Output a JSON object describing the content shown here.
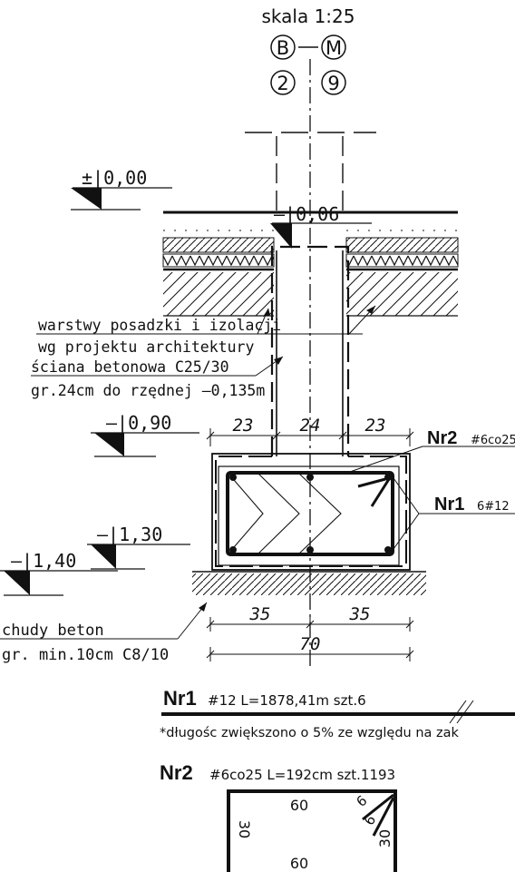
{
  "header": {
    "scale": "skala 1:25",
    "axes": {
      "a": "B",
      "b": "M",
      "c": "2",
      "d": "9"
    }
  },
  "levels": {
    "top": "±|0,00",
    "floor": "–|0,06",
    "l090": "–|0,90",
    "l130": "–|1,30",
    "l140": "–|1,40"
  },
  "labels": {
    "layers_1": "warstwy posadzki i izolacji",
    "layers_2": "wg projektu architektury",
    "wall_1": "ściana betonowa C25/30",
    "wall_2": "gr.24cm do rzędnej –0,135m",
    "lean_1": "chudy beton",
    "lean_2": "gr. min.10cm C8/10"
  },
  "dims": {
    "top_left": "23",
    "top_mid": "24",
    "top_right": "23",
    "bot_left": "35",
    "bot_right": "35",
    "total": "70"
  },
  "rebar_tags": {
    "nr2_name": "Nr2",
    "nr2_spec": "#6co25",
    "nr1_name": "Nr1",
    "nr1_spec": "6#12"
  },
  "schedule": {
    "nr1_name": "Nr1",
    "nr1_spec": "#12 L=1878,41m szt.6",
    "note": "*długośc zwiększono o 5% ze względu na zak",
    "nr2_name": "Nr2",
    "nr2_spec": "#6co25 L=192cm szt.1193",
    "stirrup_top": "60",
    "stirrup_left": "30",
    "stirrup_right": "30",
    "stirrup_bottom": "60",
    "hook_a": "6",
    "hook_b": "6"
  }
}
